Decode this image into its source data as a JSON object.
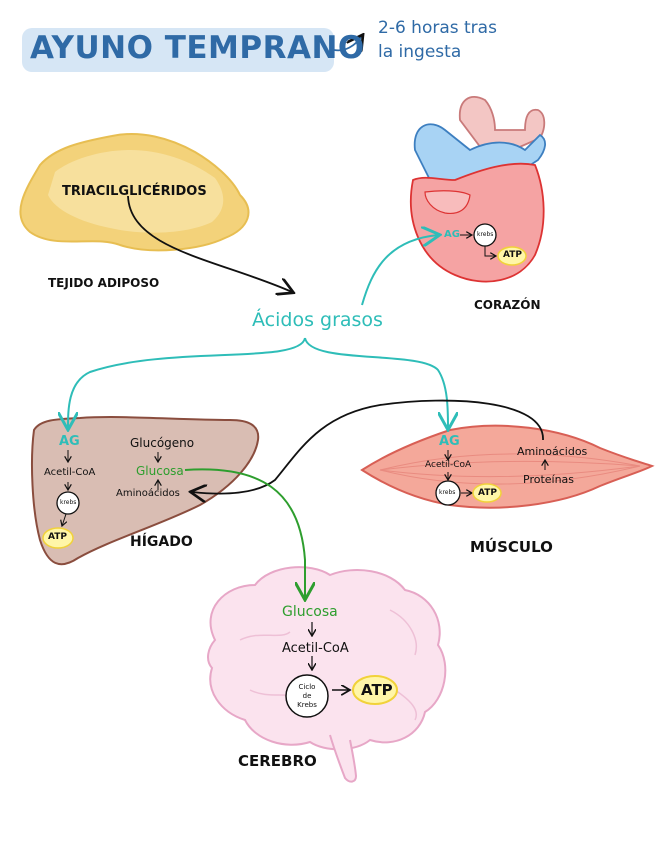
{
  "header": {
    "title": "AYUNO TEMPRANO",
    "subtitle_line1": "2-6 horas tras",
    "subtitle_line2": "la ingesta"
  },
  "adipose": {
    "label": "TEJIDO ADIPOSO",
    "content": "TRIACILGLICÉRIDOS"
  },
  "fatty_acids": {
    "label": "Ácidos grasos"
  },
  "heart": {
    "label": "CORAZÓN",
    "ag": "AG",
    "krebs": "krebs",
    "atp": "ATP"
  },
  "liver": {
    "label": "HÍGADO",
    "ag": "AG",
    "acetil": "Acetil-CoA",
    "krebs": "krebs",
    "atp": "ATP",
    "glucogeno": "Glucógeno",
    "glucosa": "Glucosa",
    "aminoacidos": "Aminoácidos"
  },
  "muscle": {
    "label": "MÚSCULO",
    "ag": "AG",
    "acetil": "Acetil-CoA",
    "krebs": "krebs",
    "atp": "ATP",
    "aminoacidos": "Aminoácidos",
    "proteinas": "Proteínas"
  },
  "brain": {
    "label": "CEREBRO",
    "glucosa": "Glucosa",
    "acetil": "Acetil-CoA",
    "ciclo_line1": "Ciclo",
    "ciclo_line2": "de",
    "ciclo_line3": "Krebs",
    "atp": "ATP"
  },
  "colors": {
    "title_blue": "#2f6aa6",
    "title_bg": "#d6e6f5",
    "fatty_acid_teal": "#2ebdb8",
    "glucose_green": "#2e9e2e",
    "adipose_yellow": "#f3d27a",
    "heart_red": "#f5a3a3",
    "liver_brown": "#d9bdb3",
    "muscle_red": "#f4a89a",
    "brain_pink": "#fbe3ee",
    "atp_yellow": "#fff6a8"
  }
}
